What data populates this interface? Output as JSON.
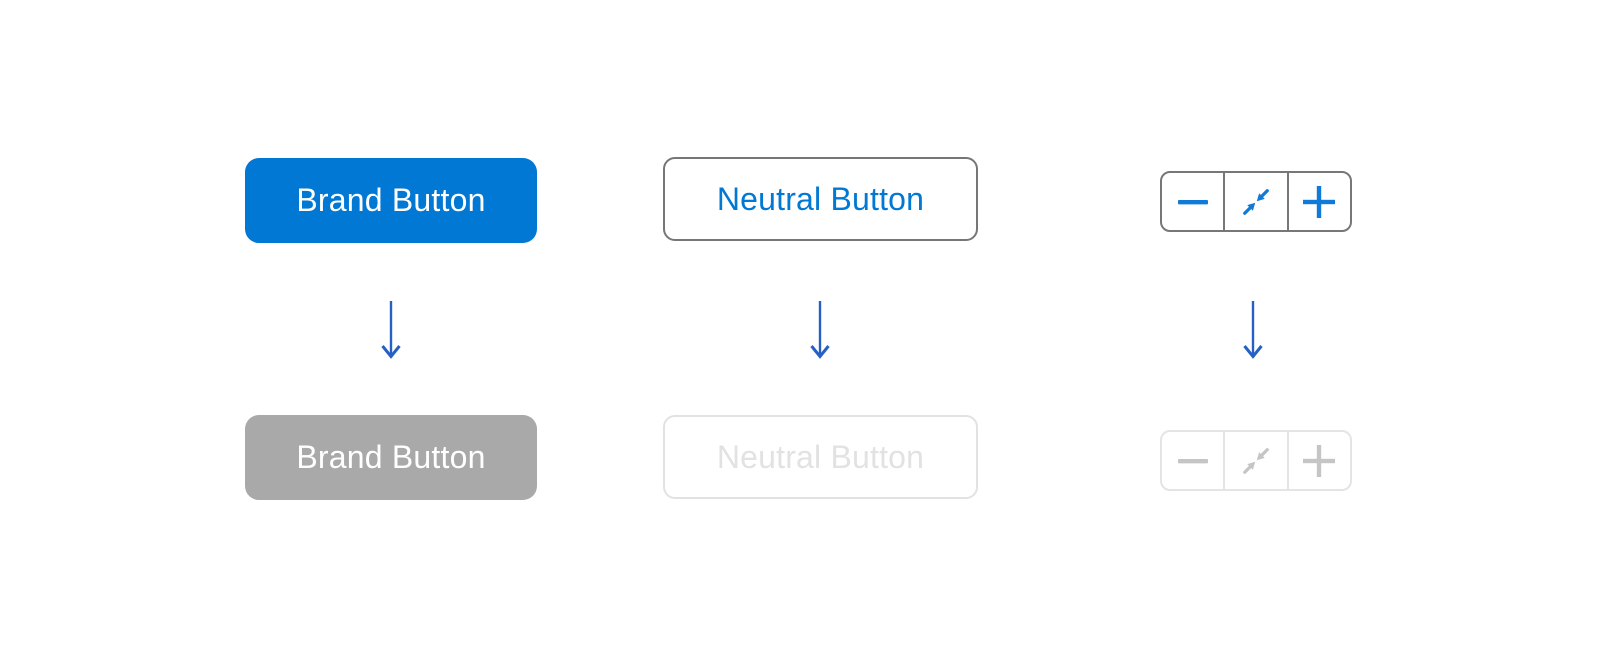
{
  "colors": {
    "brand_blue": "#0078d4",
    "group_icon_blue": "#0f7ad8",
    "arrow_blue": "#2660c4",
    "neutral_border_gray": "#767676",
    "group_border_gray": "#777777",
    "disabled_brand_fill": "#a9a9a9",
    "disabled_light_gray": "#e2e2e2",
    "disabled_group_border": "#e4e4e4",
    "disabled_icon_gray": "#c5c5c5",
    "button_text_white": "#ffffff",
    "background": "#ffffff"
  },
  "buttons": {
    "brand": {
      "label": "Brand Button"
    },
    "neutral": {
      "label": "Neutral Button"
    },
    "group": {
      "icons": [
        "minus-icon",
        "collapse-icon",
        "plus-icon"
      ]
    }
  },
  "arrows": {
    "direction": "down",
    "count": 3
  }
}
